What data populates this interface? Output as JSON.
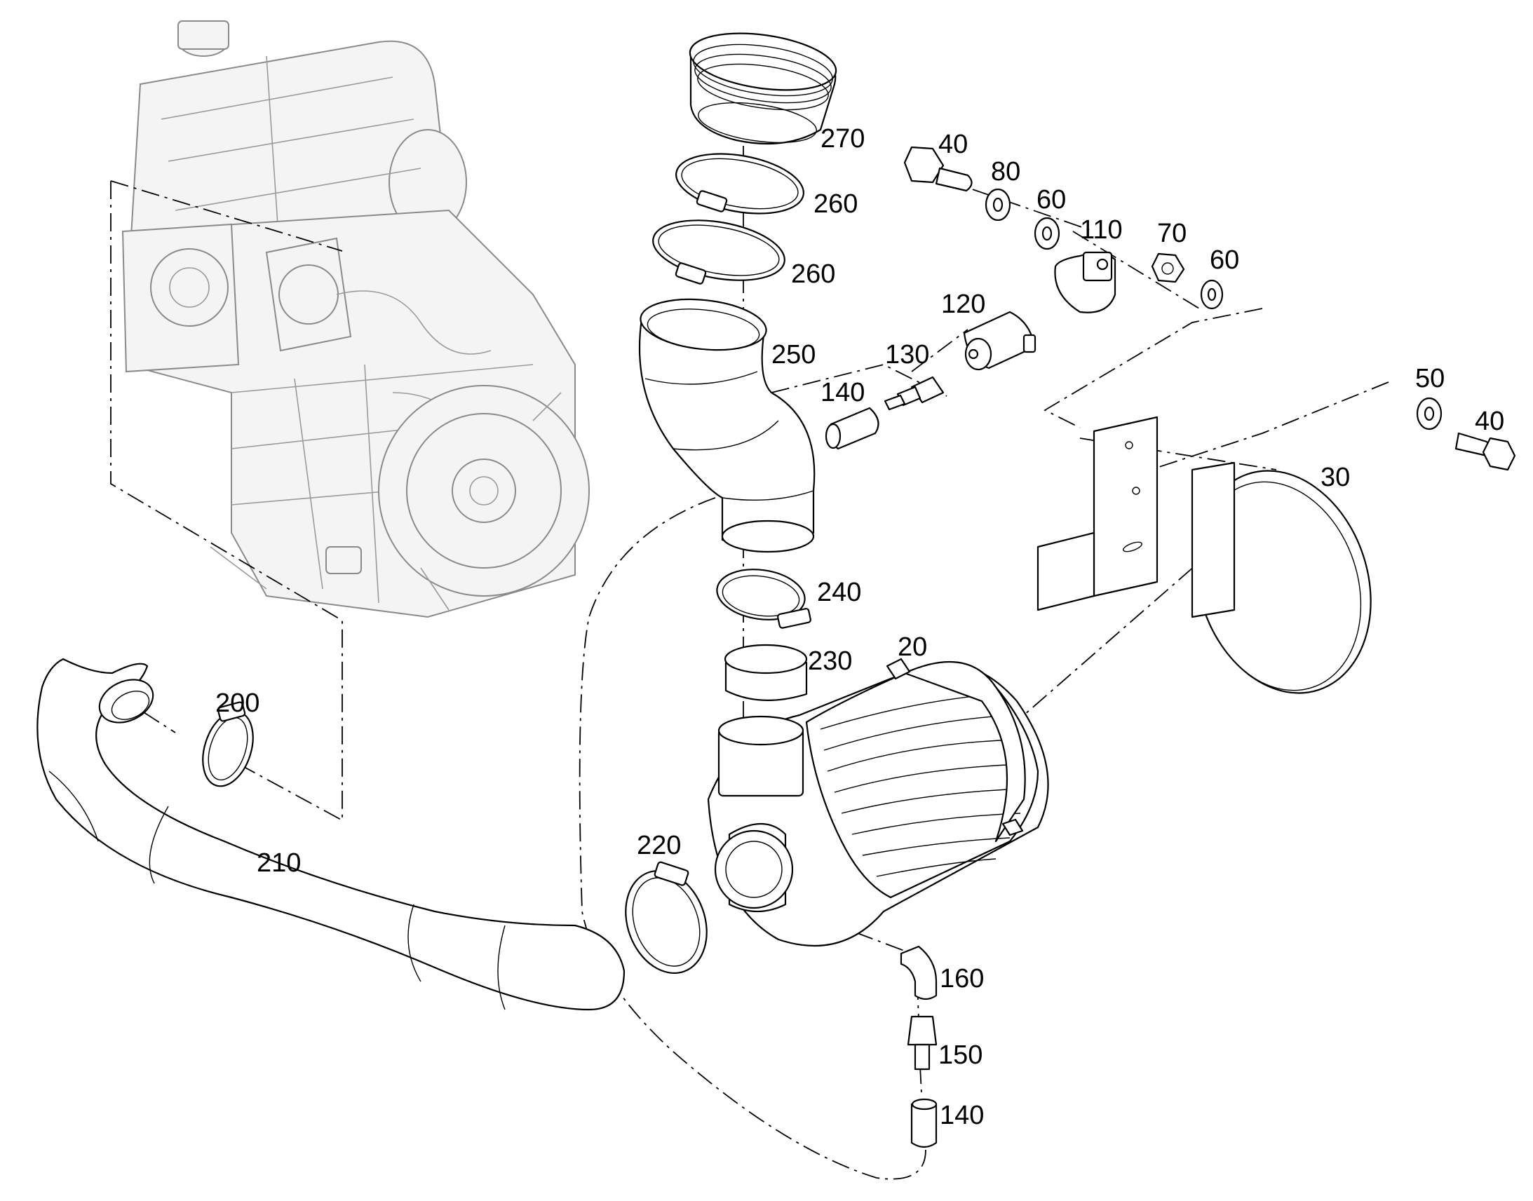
{
  "diagram": {
    "labels": {
      "p270": "270",
      "p260a": "260",
      "p260b": "260",
      "p250": "250",
      "p240": "240",
      "p230": "230",
      "p220": "220",
      "p210": "210",
      "p200": "200",
      "p20": "20",
      "p30": "30",
      "p40a": "40",
      "p40b": "40",
      "p50": "50",
      "p60a": "60",
      "p60b": "60",
      "p70": "70",
      "p80": "80",
      "p110": "110",
      "p120": "120",
      "p130": "130",
      "p140a": "140",
      "p140b": "140",
      "p150": "150",
      "p160": "160"
    }
  }
}
